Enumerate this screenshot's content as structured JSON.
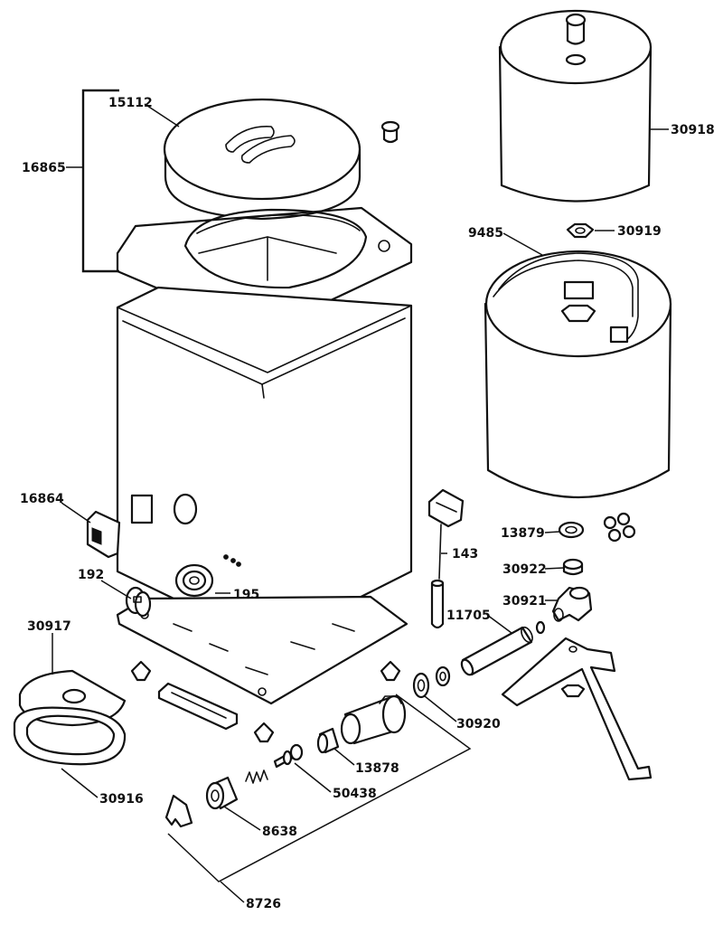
{
  "labels": {
    "p15112": "15112",
    "p16865": "16865",
    "p30918": "30918",
    "p30919": "30919",
    "p9485": "9485",
    "p16864": "16864",
    "p143": "143",
    "p13879": "13879",
    "p30922": "30922",
    "p30921": "30921",
    "p11705": "11705",
    "p192": "192",
    "p195": "195",
    "p30917": "30917",
    "p30920": "30920",
    "p13878": "13878",
    "p50438": "50438",
    "p30916": "30916",
    "p8638": "8638",
    "p8726": "8726"
  }
}
